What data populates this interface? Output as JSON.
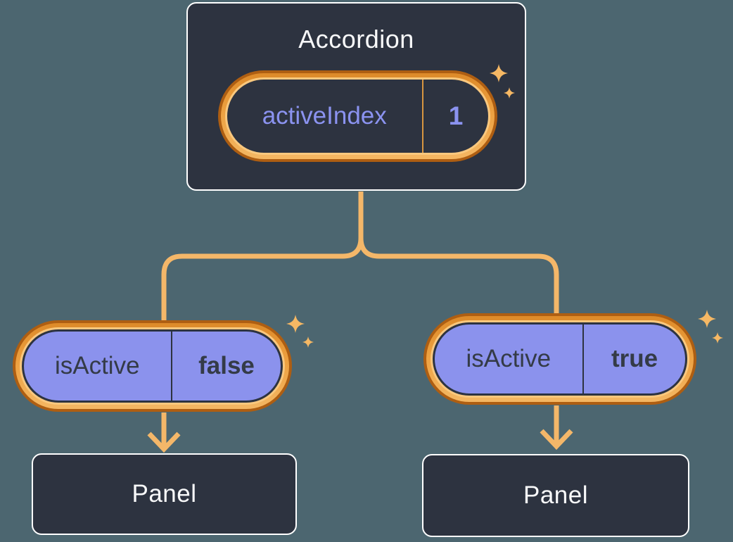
{
  "diagram": {
    "description": "React component tree showing state lifted up: Accordion holds activeIndex state and passes isActive props to two Panels",
    "accordion": {
      "title": "Accordion",
      "state": {
        "name": "activeIndex",
        "value": "1"
      }
    },
    "children": [
      {
        "prop_name": "isActive",
        "prop_value": "false",
        "panel_label": "Panel"
      },
      {
        "prop_name": "isActive",
        "prop_value": "true",
        "panel_label": "Panel"
      }
    ],
    "icons": {
      "sparkle": "✦ four-point star (highlight / state-change indicator)"
    },
    "colors": {
      "background": "#4C6670",
      "node_fill": "#2D3340",
      "node_border": "#FFFFFF",
      "pill_purple": "#8B92ED",
      "periwinkle_text": "#8B93F0",
      "dark_text": "#343B47",
      "white_text": "#F8F9FA",
      "ring_outer_orange": "#AE5E12",
      "ring_mid_orange": "#EDA141",
      "ring_inner_orange": "#F9C87E",
      "connector_orange": "#F4B769",
      "divider_orange": "#D89640",
      "sparkle_orange": "#F6B864"
    }
  }
}
